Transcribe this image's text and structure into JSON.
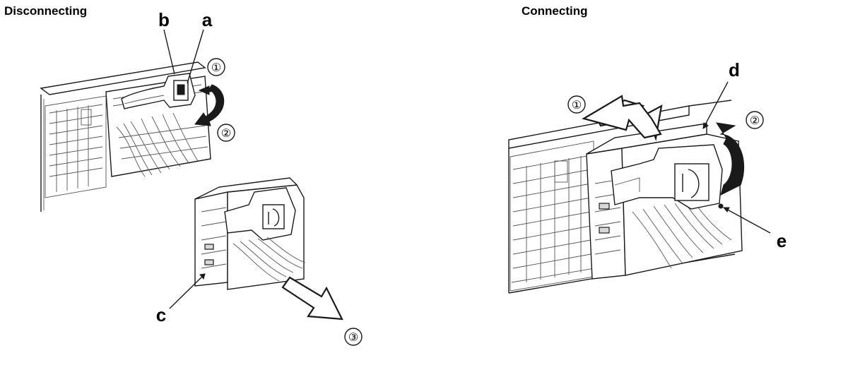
{
  "headings": {
    "disconnecting": "Disconnecting",
    "connecting": "Connecting"
  },
  "callouts": {
    "a": "a",
    "b": "b",
    "c": "c",
    "d": "d",
    "e": "e"
  },
  "steps": {
    "disconnect_1": "①",
    "disconnect_2": "②",
    "disconnect_3": "③",
    "connect_1": "①",
    "connect_2": "②"
  }
}
